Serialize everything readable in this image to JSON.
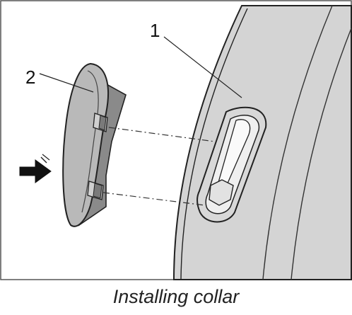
{
  "callouts": [
    {
      "number": "1",
      "refers_to": "panel"
    },
    {
      "number": "2",
      "refers_to": "collar"
    }
  ],
  "caption": "Installing collar",
  "colors": {
    "panel_fill": "#d4d4d4",
    "collar_fill": "#b9b9b9",
    "outline": "#222222",
    "frame_border": "#555555"
  },
  "icons": {
    "direction_arrow": "install-direction-arrow-icon"
  }
}
